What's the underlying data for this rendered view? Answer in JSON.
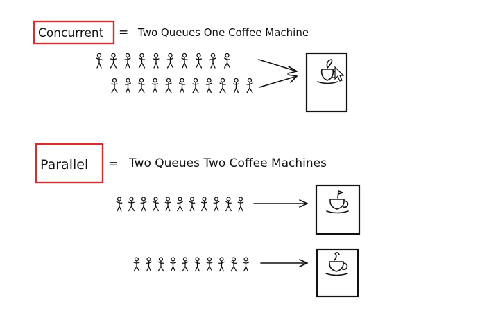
{
  "sections": [
    {
      "term": "Concurrent",
      "equals": "=",
      "description": "Two Queues One Coffee Machine",
      "queues": [
        {
          "people": 10
        },
        {
          "people": 11
        }
      ],
      "machines": 1,
      "machine_icon": "coffee-cup-icon",
      "pointer": "mouse-cursor-icon"
    },
    {
      "term": "Parallel",
      "equals": "=",
      "description": "Two Queues Two Coffee Machines",
      "queues": [
        {
          "people": 11
        },
        {
          "people": 10
        }
      ],
      "machines": 2,
      "machine_icon": "coffee-cup-icon"
    }
  ],
  "colors": {
    "highlight_box": "#d32f2f",
    "ink": "#111111",
    "background": "#ffffff"
  }
}
